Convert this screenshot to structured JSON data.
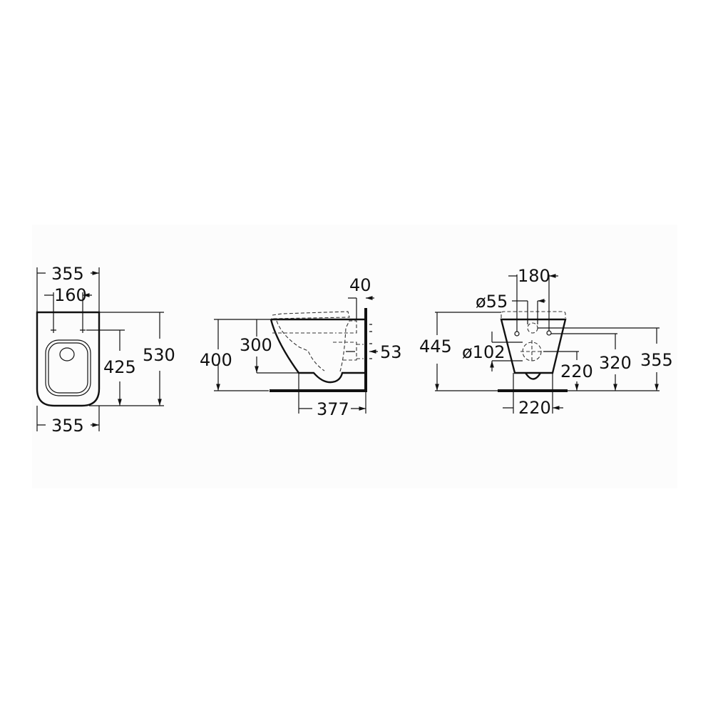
{
  "title": "Wall-hung toilet dimension drawing",
  "views": {
    "top": {
      "width_top": "355",
      "fixing_holes": "160",
      "holes_to_front": "425",
      "length": "530",
      "width_bottom": "355"
    },
    "side": {
      "rim_height": "400",
      "bowl_height": "300",
      "seat_offset": "40",
      "outlet_height": "53",
      "projection": "377"
    },
    "rear": {
      "fixing_centres": "180",
      "inlet_diameter": "ø55",
      "outlet_diameter": "ø102",
      "seat_height": "445",
      "outlet_centre_height": "220",
      "fixing_height": "320",
      "inlet_height": "355",
      "base_width": "220"
    }
  },
  "colors": {
    "line": "#111111",
    "background": "#ffffff",
    "panel": "#fcfcfc"
  }
}
